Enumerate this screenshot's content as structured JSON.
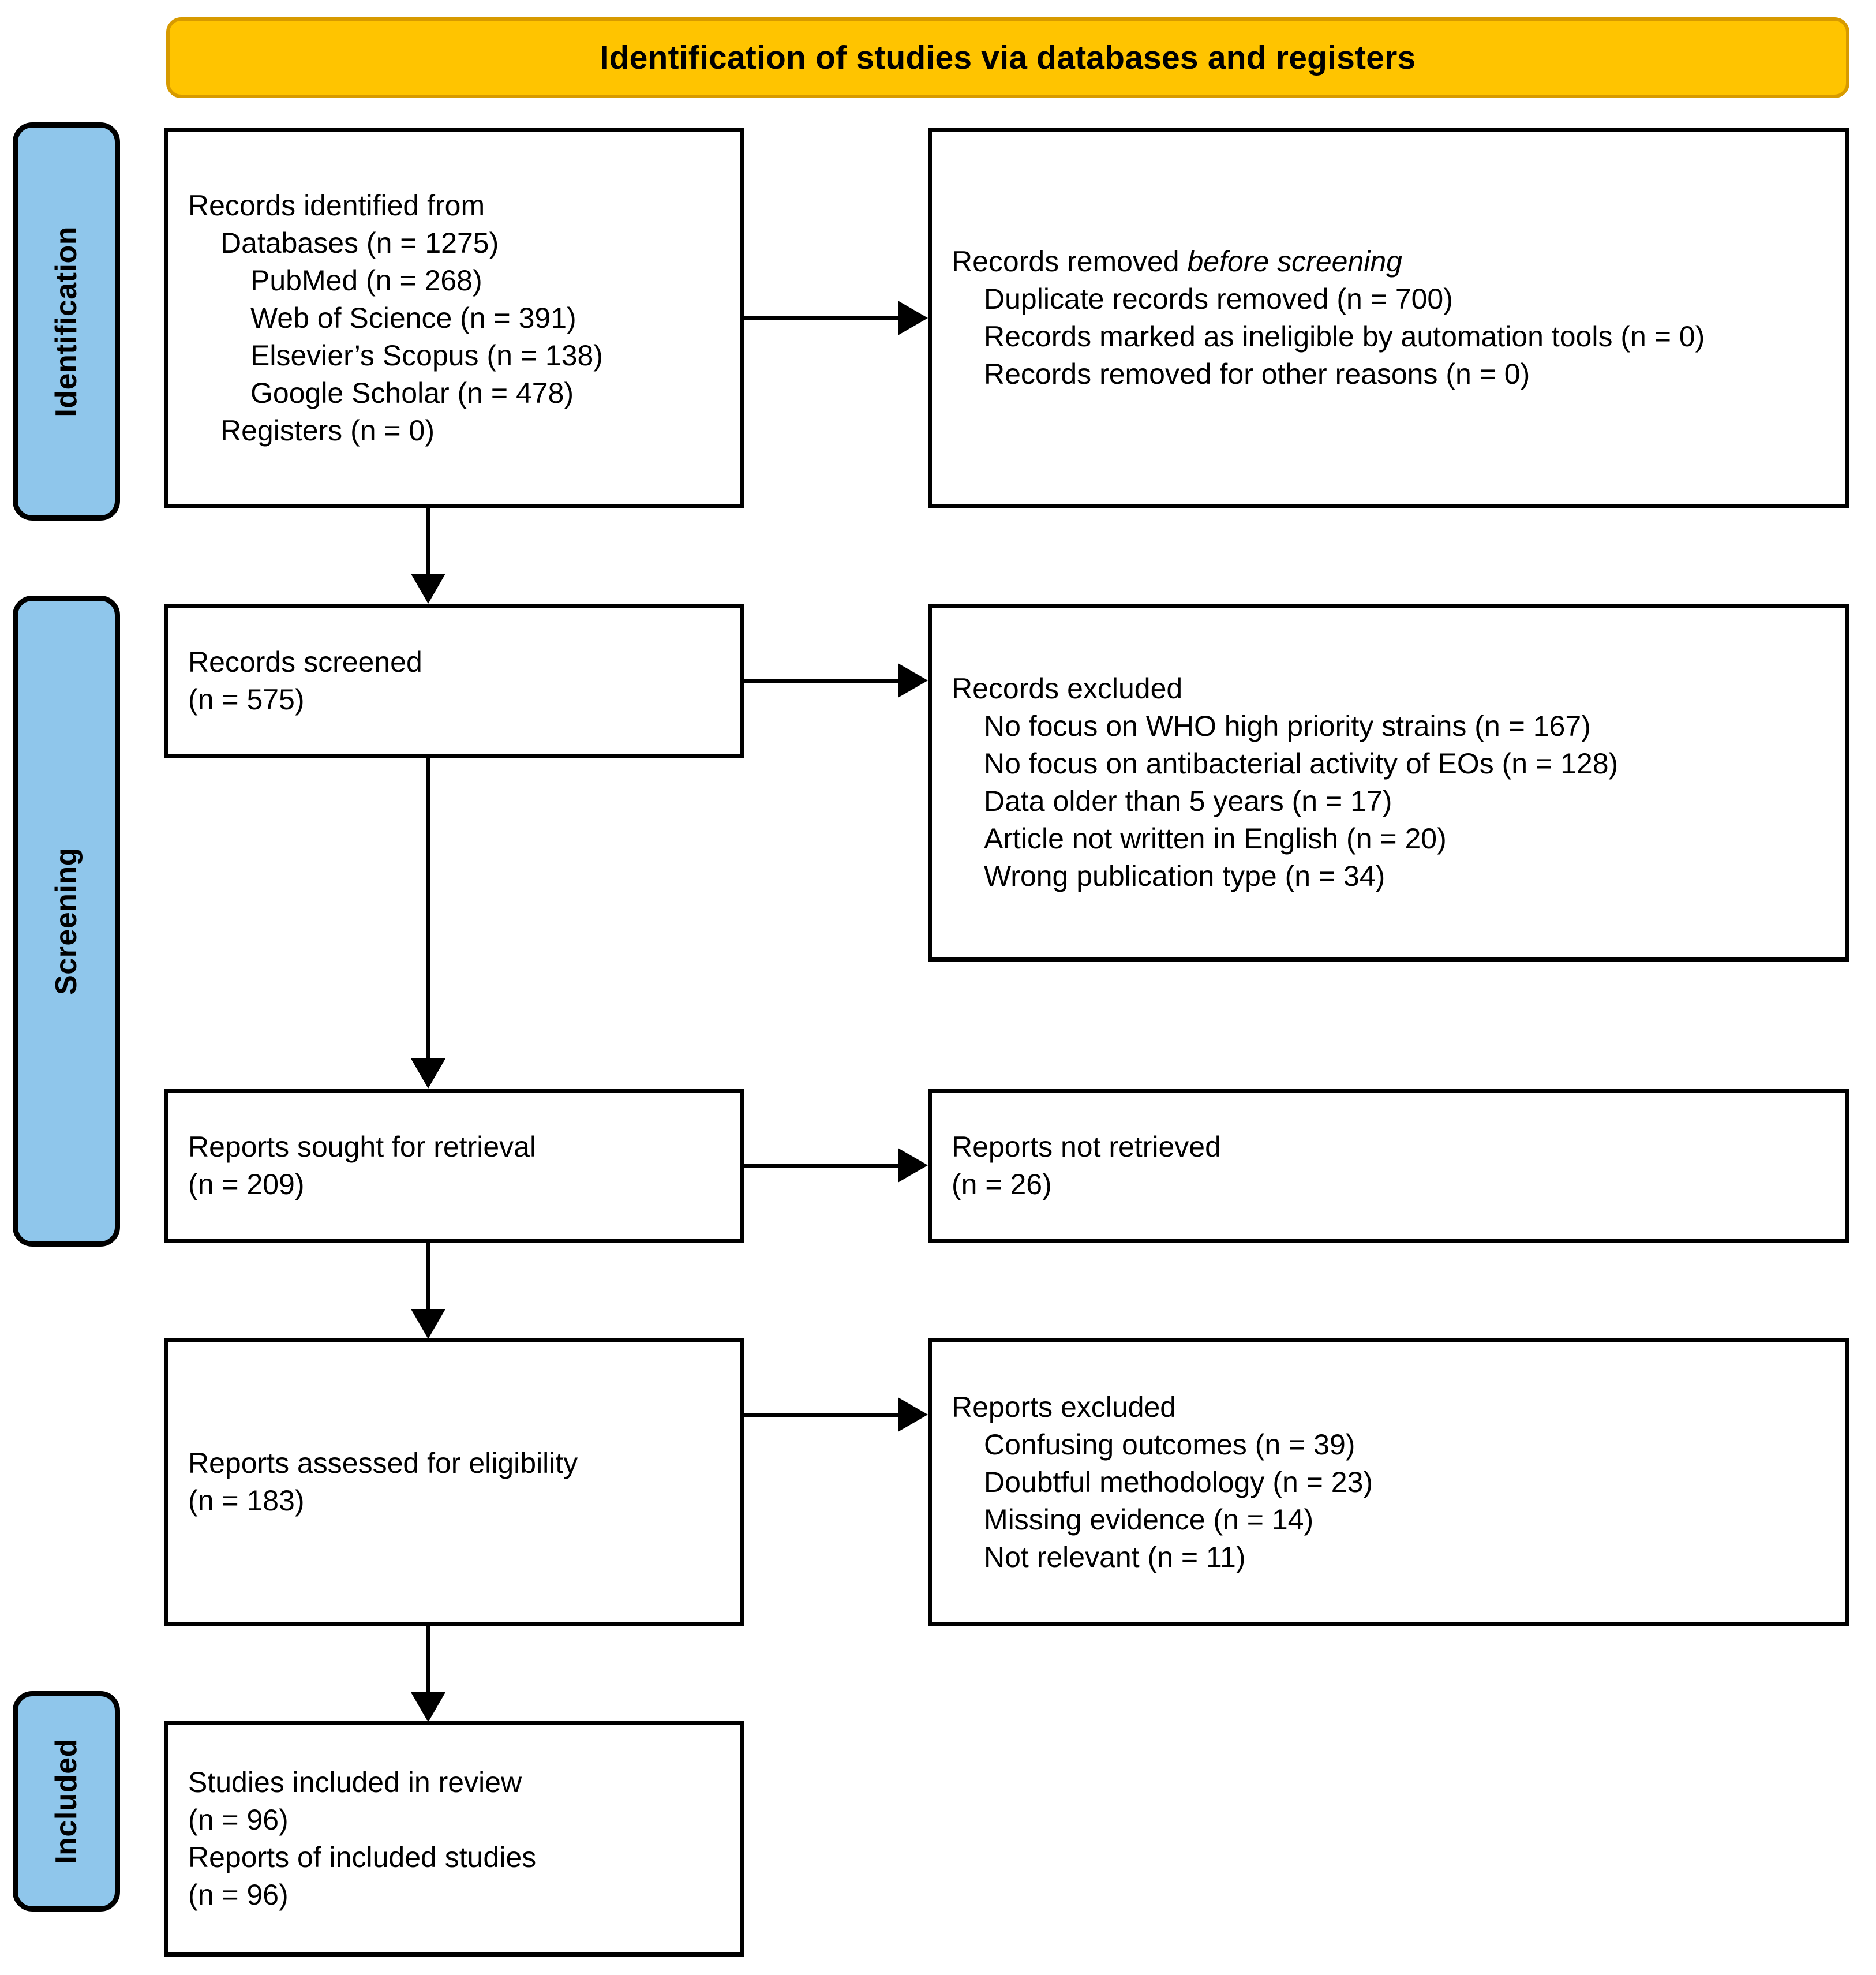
{
  "banner": {
    "title": "Identification of studies via databases and registers"
  },
  "stages": [
    {
      "label": "Identification"
    },
    {
      "label": "Screening"
    },
    {
      "label": "Included"
    }
  ],
  "boxes": {
    "identified": {
      "heading": "Records identified from",
      "lines": [
        "Databases (n = 1275)",
        "PubMed (n = 268)",
        "Web of Science (n = 391)",
        "Elsevier’s Scopus (n = 138)",
        "Google Scholar (n = 478)",
        "Registers (n = 0)"
      ]
    },
    "removed_before_screening": {
      "heading_plain": "Records removed ",
      "heading_italic": "before screening",
      "lines": [
        "Duplicate records removed (n = 700)",
        "Records marked as ineligible by automation tools (n = 0)",
        "Records removed for other reasons (n = 0)"
      ]
    },
    "records_screened": {
      "line1": "Records screened",
      "line2": "(n = 575)"
    },
    "records_excluded": {
      "heading": "Records excluded",
      "lines": [
        "No focus on WHO high priority strains (n = 167)",
        "No focus on antibacterial activity of EOs (n = 128)",
        "Data older than 5 years (n = 17)",
        "Article not written in English (n = 20)",
        "Wrong publication type (n = 34)"
      ]
    },
    "reports_sought": {
      "line1": "Reports sought for retrieval",
      "line2": "(n = 209)"
    },
    "reports_not_retrieved": {
      "line1": "Reports not retrieved",
      "line2": "(n = 26)"
    },
    "reports_assessed": {
      "line1": "Reports assessed for eligibility",
      "line2": "(n = 183)"
    },
    "reports_excluded": {
      "heading": "Reports excluded",
      "lines": [
        "Confusing outcomes (n = 39)",
        "Doubtful methodology (n = 23)",
        "Missing evidence (n = 14)",
        "Not relevant (n = 11)"
      ]
    },
    "studies_included": {
      "line1": "Studies included in review",
      "line2": "(n = 96)",
      "line3": "Reports of included studies",
      "line4": "(n = 96)"
    }
  },
  "colors": {
    "banner_fill": "#FFC400",
    "banner_border": "#D79A00",
    "pill_fill": "#8FC6EB",
    "box_border": "#000000",
    "text": "#000000"
  }
}
